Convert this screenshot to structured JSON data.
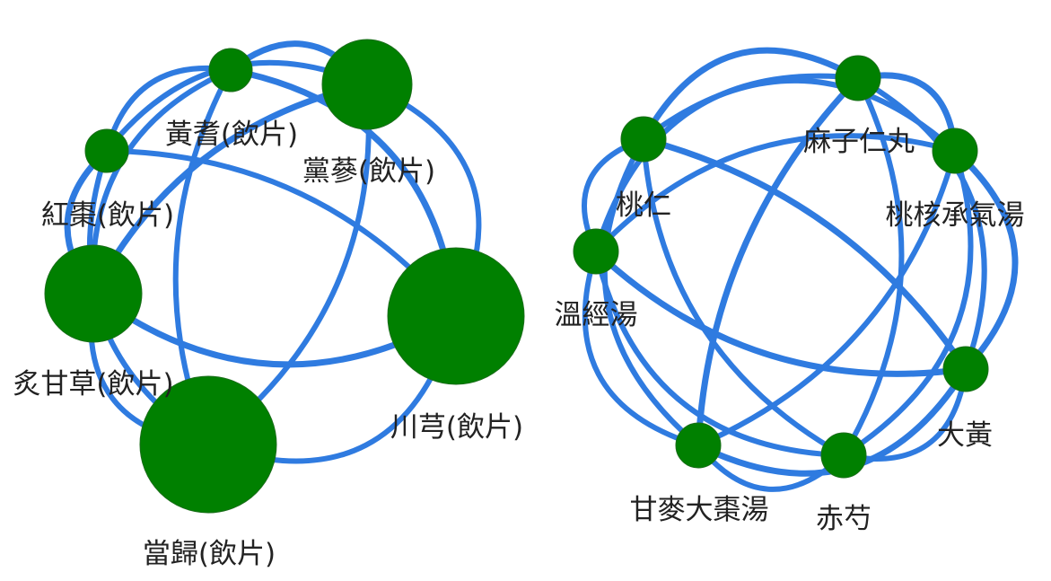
{
  "colors": {
    "background": "#ffffff",
    "node": "#008000",
    "edge": "#2f7be0",
    "label": "#222222"
  },
  "graphs": [
    {
      "nodes": [
        {
          "id": "huangqi",
          "label": "黃耆(飲片)"
        },
        {
          "id": "dangshen",
          "label": "黨蔘(飲片)"
        },
        {
          "id": "hongzao",
          "label": "紅棗(飲片)"
        },
        {
          "id": "zhigancao",
          "label": "炙甘草(飲片)"
        },
        {
          "id": "chuanxiong",
          "label": "川芎(飲片)"
        },
        {
          "id": "danggui",
          "label": "當歸(飲片)"
        }
      ],
      "edges": [
        {
          "source": "huangqi",
          "target": "dangshen"
        },
        {
          "source": "huangqi",
          "target": "hongzao"
        },
        {
          "source": "huangqi",
          "target": "zhigancao"
        },
        {
          "source": "huangqi",
          "target": "chuanxiong"
        },
        {
          "source": "huangqi",
          "target": "danggui"
        },
        {
          "source": "dangshen",
          "target": "hongzao"
        },
        {
          "source": "dangshen",
          "target": "zhigancao"
        },
        {
          "source": "dangshen",
          "target": "chuanxiong"
        },
        {
          "source": "dangshen",
          "target": "danggui"
        },
        {
          "source": "hongzao",
          "target": "zhigancao"
        },
        {
          "source": "hongzao",
          "target": "chuanxiong"
        },
        {
          "source": "hongzao",
          "target": "danggui"
        },
        {
          "source": "zhigancao",
          "target": "chuanxiong"
        },
        {
          "source": "zhigancao",
          "target": "danggui"
        },
        {
          "source": "chuanxiong",
          "target": "danggui"
        }
      ]
    },
    {
      "nodes": [
        {
          "id": "taoren",
          "label": "桃仁"
        },
        {
          "id": "maziren",
          "label": "麻子仁丸"
        },
        {
          "id": "taohe",
          "label": "桃核承氣湯"
        },
        {
          "id": "wenjing",
          "label": "溫經湯"
        },
        {
          "id": "dahuang",
          "label": "大黃"
        },
        {
          "id": "ganmai",
          "label": "甘麥大棗湯"
        },
        {
          "id": "chishao",
          "label": "赤芍"
        }
      ],
      "edges": [
        {
          "source": "taoren",
          "target": "maziren"
        },
        {
          "source": "taoren",
          "target": "taohe"
        },
        {
          "source": "taoren",
          "target": "wenjing"
        },
        {
          "source": "taoren",
          "target": "dahuang"
        },
        {
          "source": "taoren",
          "target": "ganmai"
        },
        {
          "source": "taoren",
          "target": "chishao"
        },
        {
          "source": "maziren",
          "target": "taohe"
        },
        {
          "source": "maziren",
          "target": "wenjing"
        },
        {
          "source": "maziren",
          "target": "dahuang"
        },
        {
          "source": "maziren",
          "target": "ganmai"
        },
        {
          "source": "maziren",
          "target": "chishao"
        },
        {
          "source": "taohe",
          "target": "wenjing"
        },
        {
          "source": "taohe",
          "target": "dahuang"
        },
        {
          "source": "taohe",
          "target": "ganmai"
        },
        {
          "source": "taohe",
          "target": "chishao"
        },
        {
          "source": "wenjing",
          "target": "dahuang"
        },
        {
          "source": "wenjing",
          "target": "ganmai"
        },
        {
          "source": "wenjing",
          "target": "chishao"
        },
        {
          "source": "dahuang",
          "target": "ganmai"
        },
        {
          "source": "dahuang",
          "target": "chishao"
        },
        {
          "source": "ganmai",
          "target": "chishao"
        }
      ]
    }
  ]
}
